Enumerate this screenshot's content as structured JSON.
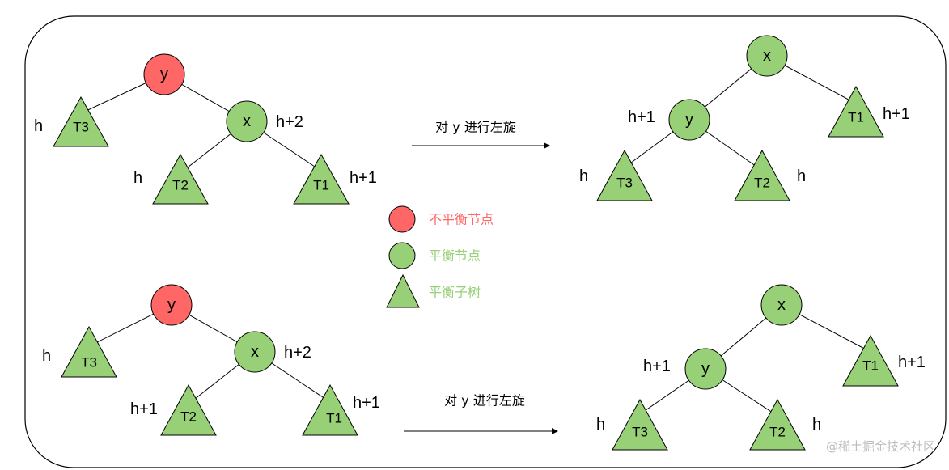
{
  "colors": {
    "unbalanced_node": "#ff6666",
    "balanced": "#97d077",
    "outline": "#000000",
    "unbalanced_text": "#ff6666",
    "balanced_text": "#97d077",
    "watermark": "#bdbdbd"
  },
  "nodes": {
    "x": "x",
    "y": "y"
  },
  "subtrees": {
    "t1": "T1",
    "t2": "T2",
    "t3": "T3"
  },
  "heights": {
    "h": "h",
    "h1": "h+1",
    "h2": "h+2"
  },
  "operation": {
    "label": "对 y 进行左旋"
  },
  "legend": {
    "unbalanced_node": "不平衡节点",
    "balanced_node": "平衡节点",
    "balanced_subtree": "平衡子树"
  },
  "watermark": "@稀土掘金技术社区"
}
